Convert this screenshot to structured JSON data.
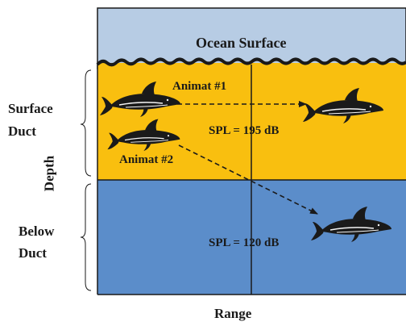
{
  "diagram": {
    "ocean_surface": "Ocean Surface",
    "surface_duct_line1": "Surface",
    "surface_duct_line2": "Duct",
    "below_duct_line1": "Below",
    "below_duct_line2": "Duct",
    "depth_axis": "Depth",
    "range_axis": "Range",
    "animat_1": "Animat #1",
    "animat_2": "Animat #2",
    "spl_surface": "SPL = 195 dB",
    "spl_below": "SPL = 120 dB",
    "colors": {
      "sky": "#b7cce4",
      "surface_duct": "#f9bf0f",
      "below_duct": "#5b8dca",
      "outline": "#1a1a1a"
    },
    "icons": [
      "dolphin-icon"
    ]
  }
}
